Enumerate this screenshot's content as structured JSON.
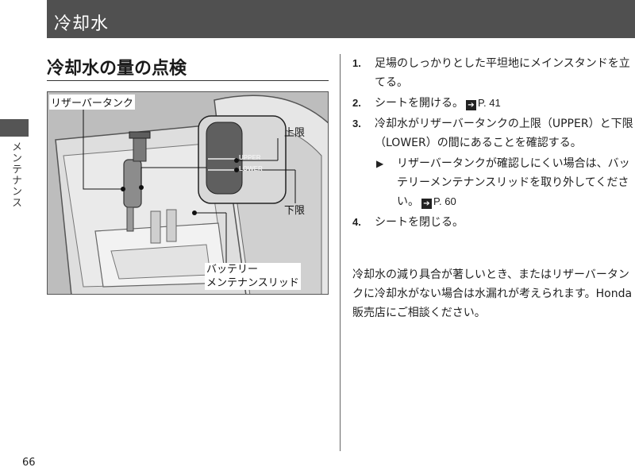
{
  "header": {
    "title": "冷却水"
  },
  "side_tab": {
    "label": "メンテナンス"
  },
  "page": {
    "number": "66"
  },
  "section": {
    "title": "冷却水の量の点検"
  },
  "figure": {
    "labels": {
      "reservoir": "リザーバータンク",
      "upper_limit": "上限",
      "lower_limit": "下限",
      "battery_lid_line1": "バッテリー",
      "battery_lid_line2": "メンテナンスリッド"
    },
    "tank_marks": {
      "upper": "UPPER",
      "lower": "LOWER"
    }
  },
  "steps": [
    {
      "num": "1.",
      "text": "足場のしっかりとした平坦地にメインスタンドを立てる。"
    },
    {
      "num": "2.",
      "text": "シートを開ける。",
      "ref": "P. 41"
    },
    {
      "num": "3.",
      "text": "冷却水がリザーバータンクの上限（UPPER）と下限（LOWER）の間にあることを確認する。"
    },
    {
      "num": "4.",
      "text": "シートを閉じる。"
    }
  ],
  "note": {
    "mark": "▶",
    "text": "リザーバータンクが確認しにくい場合は、バッテリーメンテナンスリッドを取り外してください。",
    "ref": "P. 60"
  },
  "closing": {
    "text": "冷却水の減り具合が著しいとき、またはリザーバータンクに冷却水がない場合は水漏れが考えられます。Honda 販売店にご相談ください。"
  }
}
